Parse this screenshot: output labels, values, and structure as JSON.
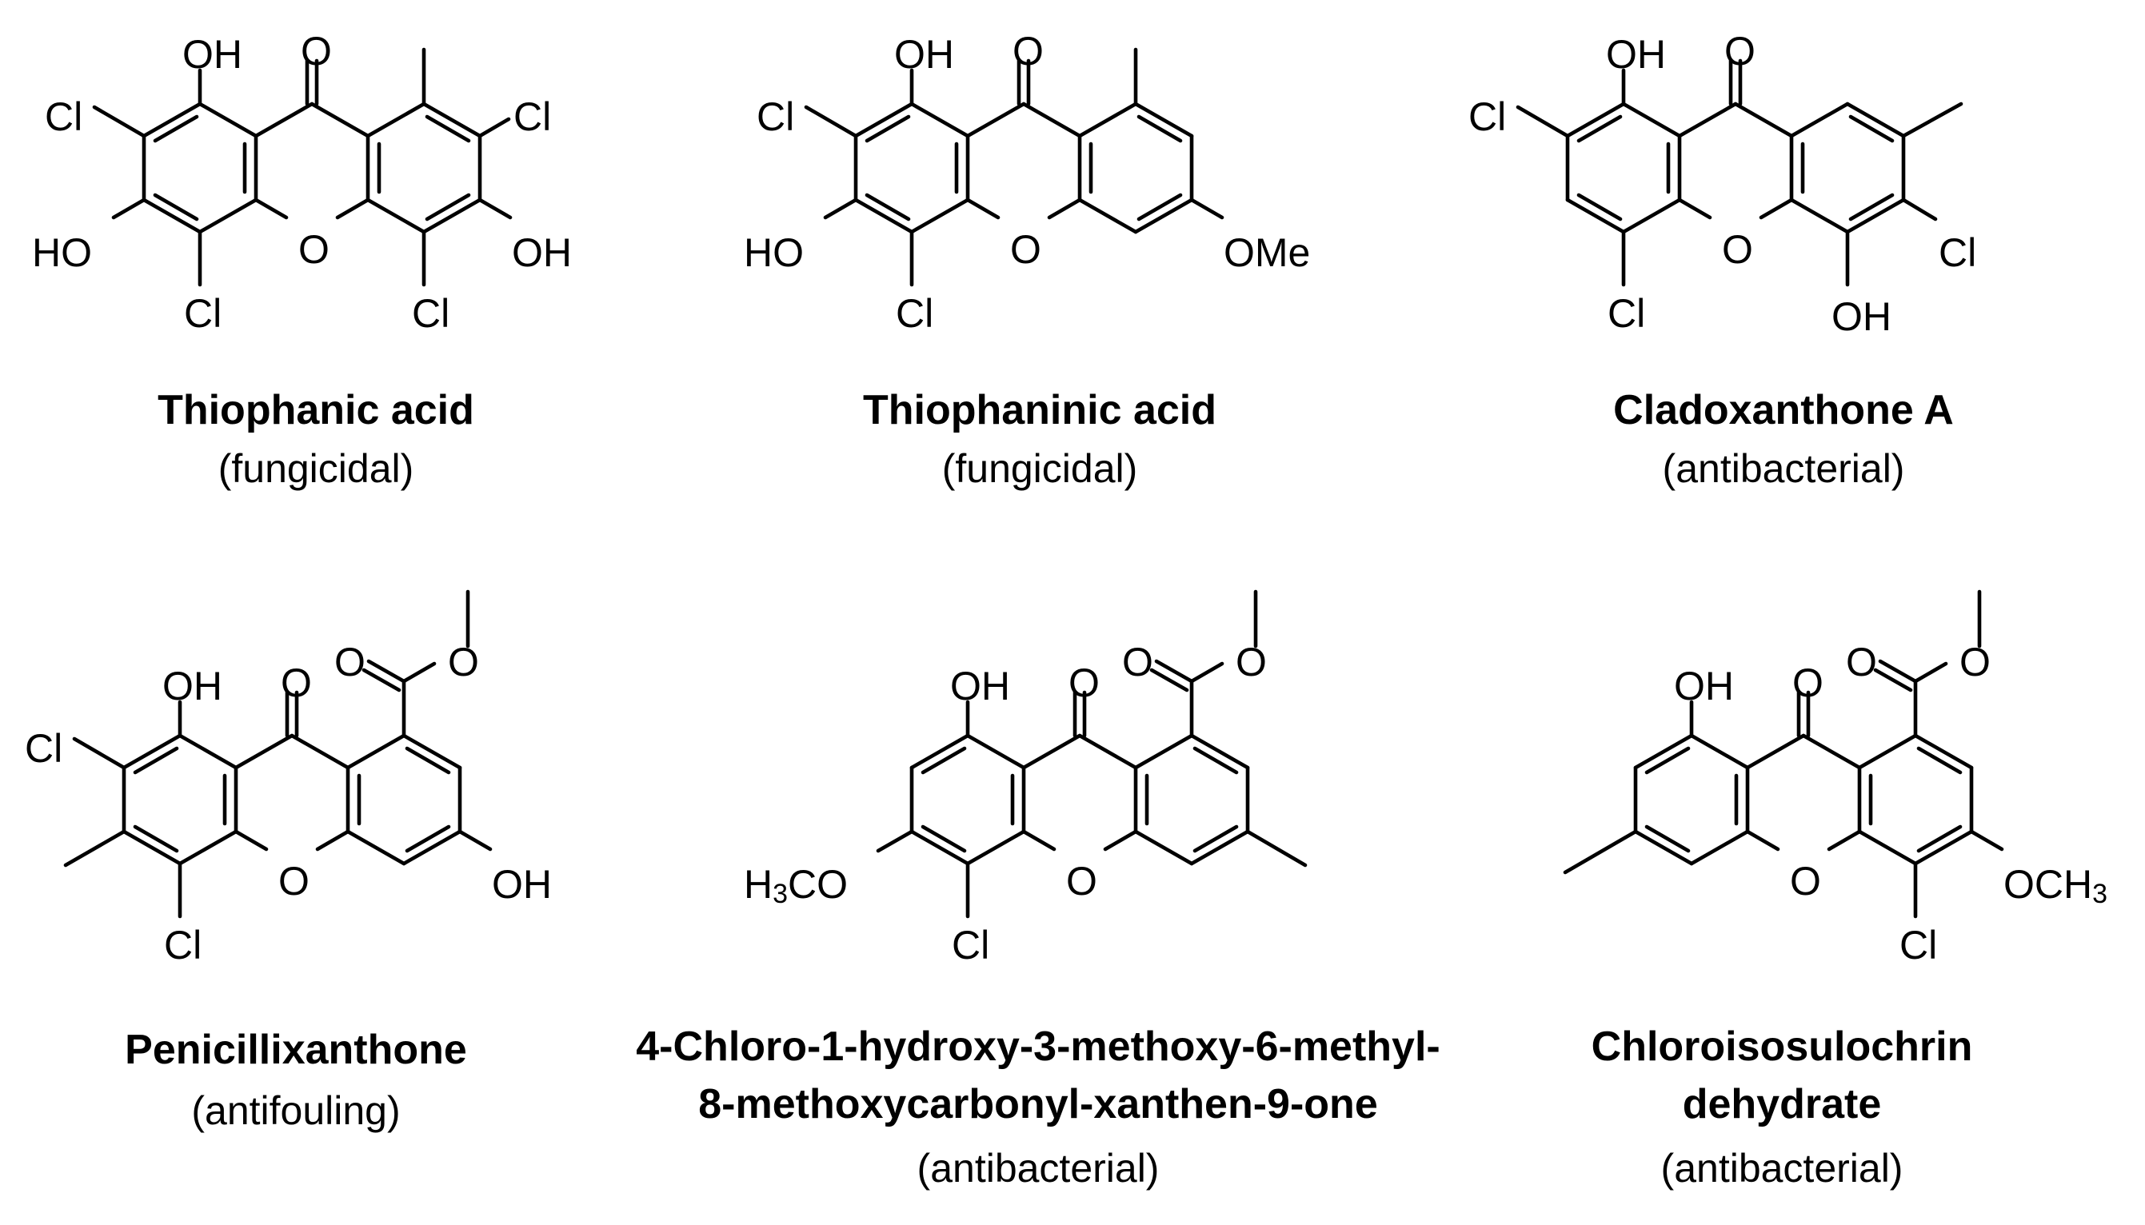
{
  "compounds": [
    {
      "name_lines": [
        "Thiophanic acid"
      ],
      "activity": "(fungicidal)",
      "labels": {
        "oh1": "OH",
        "o9": "O",
        "cl2": "Cl",
        "ho3": "HO",
        "cl4": "Cl",
        "o10": "O",
        "cl5": "Cl",
        "oh6": "OH",
        "cl7": "Cl"
      }
    },
    {
      "name_lines": [
        "Thiophaninic acid"
      ],
      "activity": "(fungicidal)",
      "labels": {
        "oh1": "OH",
        "o9": "O",
        "cl2": "Cl",
        "ho3": "HO",
        "cl4": "Cl",
        "o10": "O",
        "ome6": "OMe"
      }
    },
    {
      "name_lines": [
        "Cladoxanthone A"
      ],
      "activity": "(antibacterial)",
      "labels": {
        "oh1": "OH",
        "o9": "O",
        "cl2": "Cl",
        "cl4": "Cl",
        "o10": "O",
        "oh5": "OH",
        "cl6": "Cl"
      }
    },
    {
      "name_lines": [
        "Penicillixanthone"
      ],
      "activity": "(antifouling)",
      "labels": {
        "oh1": "OH",
        "o9": "O",
        "cl2": "Cl",
        "cl4": "Cl",
        "o10": "O",
        "oh6": "OH",
        "co_o": "O",
        "o_ester": "O"
      }
    },
    {
      "name_lines": [
        "4-Chloro-1-hydroxy-3-methoxy-6-methyl-",
        "8-methoxycarbonyl-xanthen-9-one"
      ],
      "activity": "(antibacterial)",
      "labels": {
        "oh1": "OH",
        "o9": "O",
        "h3co_h": "H",
        "h3co_3": "3",
        "h3co_co": "CO",
        "cl4": "Cl",
        "o10": "O",
        "co_o": "O",
        "o_ester": "O"
      }
    },
    {
      "name_lines": [
        "Chloroisosulochrin",
        "dehydrate"
      ],
      "activity": "(antibacterial)",
      "labels": {
        "oh1": "OH",
        "o9": "O",
        "o10": "O",
        "cl5": "Cl",
        "och3_och": "OCH",
        "och3_3": "3",
        "co_o": "O",
        "o_ester": "O"
      }
    }
  ]
}
